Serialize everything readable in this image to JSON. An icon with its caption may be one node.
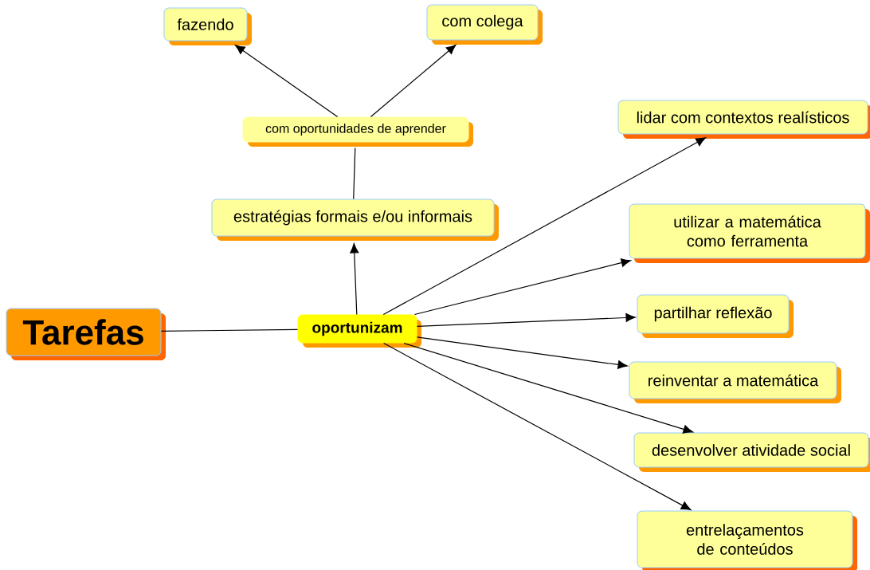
{
  "diagram": {
    "nodes": [
      {
        "text": [
          "Tarefas"
        ]
      },
      {
        "text": [
          "oportunizam"
        ]
      },
      {
        "text": [
          "estratégias formais e/ou informais"
        ]
      },
      {
        "text": [
          "com oportunidades de aprender"
        ]
      },
      {
        "text": [
          "fazendo"
        ]
      },
      {
        "text": [
          "com colega"
        ]
      },
      {
        "text": [
          "lidar com contextos realísticos"
        ]
      },
      {
        "text": [
          "utilizar a matemática como ferramenta"
        ]
      },
      {
        "text": [
          "partilhar reflexão"
        ]
      },
      {
        "text": [
          "reinventar a matemática"
        ]
      },
      {
        "text": [
          "desenvolver atividade social"
        ]
      },
      {
        "text": [
          "entrelaçamentos de conteúdos"
        ]
      }
    ],
    "edges": [
      {
        "from": 0,
        "to": 1,
        "arrow": "none"
      },
      {
        "from": 1,
        "to": 2,
        "arrow": "to"
      },
      {
        "from": 2,
        "to": 3,
        "arrow": "none"
      },
      {
        "from": 3,
        "to": 4,
        "arrow": "to"
      },
      {
        "from": 3,
        "to": 5,
        "arrow": "to"
      },
      {
        "from": 1,
        "to": 6,
        "arrow": "to"
      },
      {
        "from": 1,
        "to": 7,
        "arrow": "to"
      },
      {
        "from": 1,
        "to": 8,
        "arrow": "to"
      },
      {
        "from": 1,
        "to": 9,
        "arrow": "to"
      },
      {
        "from": 1,
        "to": 10,
        "arrow": "to"
      },
      {
        "from": 1,
        "to": 11,
        "arrow": "to"
      }
    ]
  }
}
